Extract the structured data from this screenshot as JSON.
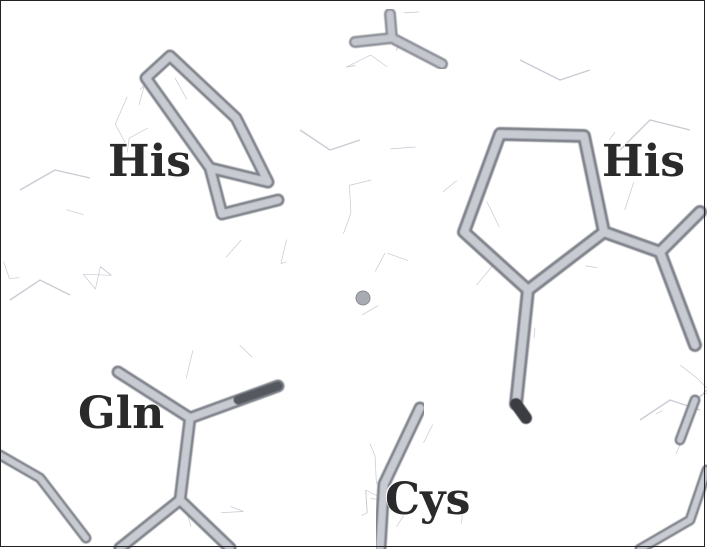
{
  "labels": {
    "his_left": "His",
    "his_right": "His",
    "gln": "Gln",
    "cys": "Cys"
  },
  "colors": {
    "stick": "#b9bcc4",
    "stick_dark": "#5c5f66",
    "mesh": "#c6c9d3",
    "ion": "#a9abb3",
    "label": "#2a2a2a",
    "frame": "#222222"
  }
}
